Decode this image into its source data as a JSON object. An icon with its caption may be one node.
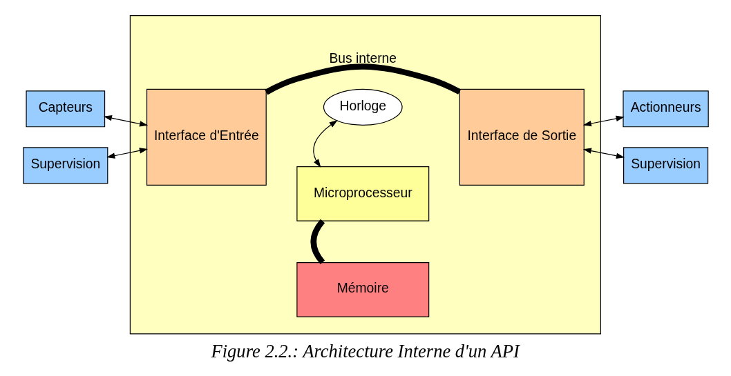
{
  "diagram": {
    "caption": "Figure 2.2.: Architecture Interne d'un API",
    "nodes": [
      {
        "text": [],
        "shape": "box"
      },
      {
        "text": [
          "Horloge"
        ],
        "in": 0
      },
      {
        "text": [
          "Capteurs"
        ]
      },
      {
        "text": [
          "Supervision"
        ]
      },
      {
        "text": [
          "Interface d'Entrée"
        ],
        "in": 0
      },
      {
        "text": [
          "Microprocesseur"
        ],
        "in": 0
      },
      {
        "text": [
          "Interface de Sortie"
        ],
        "in": 0
      },
      {
        "text": [
          "Actionneurs"
        ]
      },
      {
        "text": [
          "Supervision"
        ]
      },
      {
        "text": [
          "Mémoire"
        ],
        "in": 0
      }
    ],
    "edges": [
      {
        "from": 1,
        "to": 5,
        "arrow": "both"
      },
      {
        "from": 2,
        "to": 4,
        "arrow": "both"
      },
      {
        "from": 3,
        "to": 4,
        "arrow": "both"
      },
      {
        "from": 6,
        "to": 7,
        "arrow": "both"
      },
      {
        "from": 6,
        "to": 8,
        "arrow": "both"
      },
      {
        "from": 4,
        "to": 6,
        "arrow": "none",
        "label": "Bus interne",
        "style": "thick"
      },
      {
        "from": 5,
        "to": 9,
        "arrow": "none",
        "style": "thick"
      }
    ]
  }
}
